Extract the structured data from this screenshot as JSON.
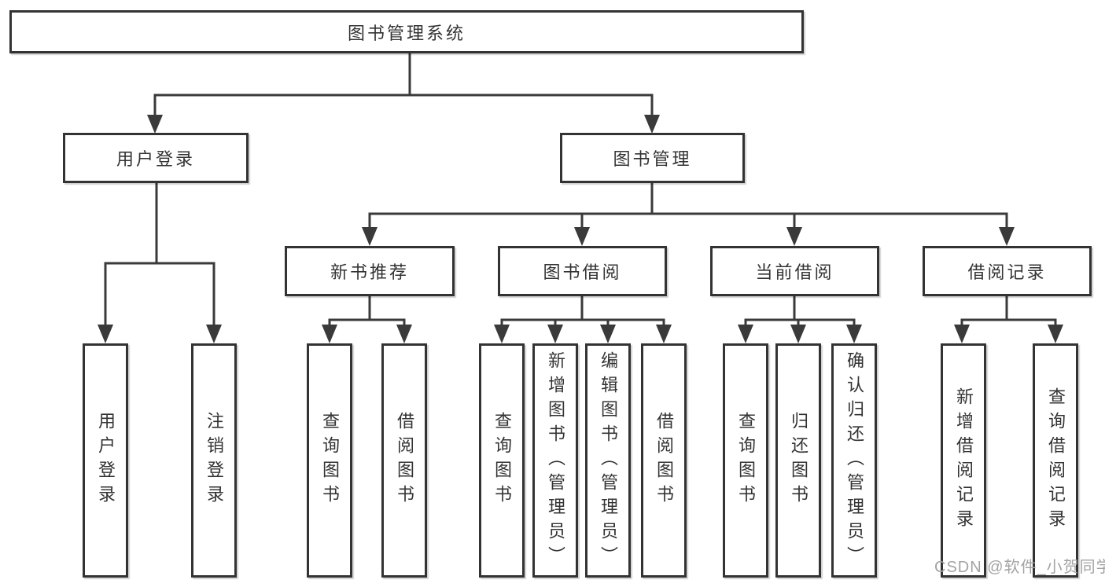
{
  "tree": {
    "root": "图书管理系统",
    "children": [
      {
        "label": "用户登录",
        "children": [
          {
            "label": "用户登录"
          },
          {
            "label": "注销登录"
          }
        ]
      },
      {
        "label": "图书管理",
        "children": [
          {
            "label": "新书推荐",
            "children": [
              {
                "label": "查询图书"
              },
              {
                "label": "借阅图书"
              }
            ]
          },
          {
            "label": "图书借阅",
            "children": [
              {
                "label": "查询图书"
              },
              {
                "label": "新增图书（管理员）"
              },
              {
                "label": "编辑图书（管理员）"
              },
              {
                "label": "借阅图书"
              }
            ]
          },
          {
            "label": "当前借阅",
            "children": [
              {
                "label": "查询图书"
              },
              {
                "label": "归还图书"
              },
              {
                "label": "确认归还（管理员）"
              }
            ]
          },
          {
            "label": "借阅记录",
            "children": [
              {
                "label": "新增借阅记录"
              },
              {
                "label": "查询借阅记录"
              }
            ]
          }
        ]
      }
    ]
  },
  "watermark": {
    "text": "CSDN @软件_小贺同学"
  },
  "colors": {
    "line": "#3a3a3a",
    "box_border": "#333333",
    "text": "#333333",
    "watermark": "#a3a3a3",
    "background": "#ffffff"
  }
}
